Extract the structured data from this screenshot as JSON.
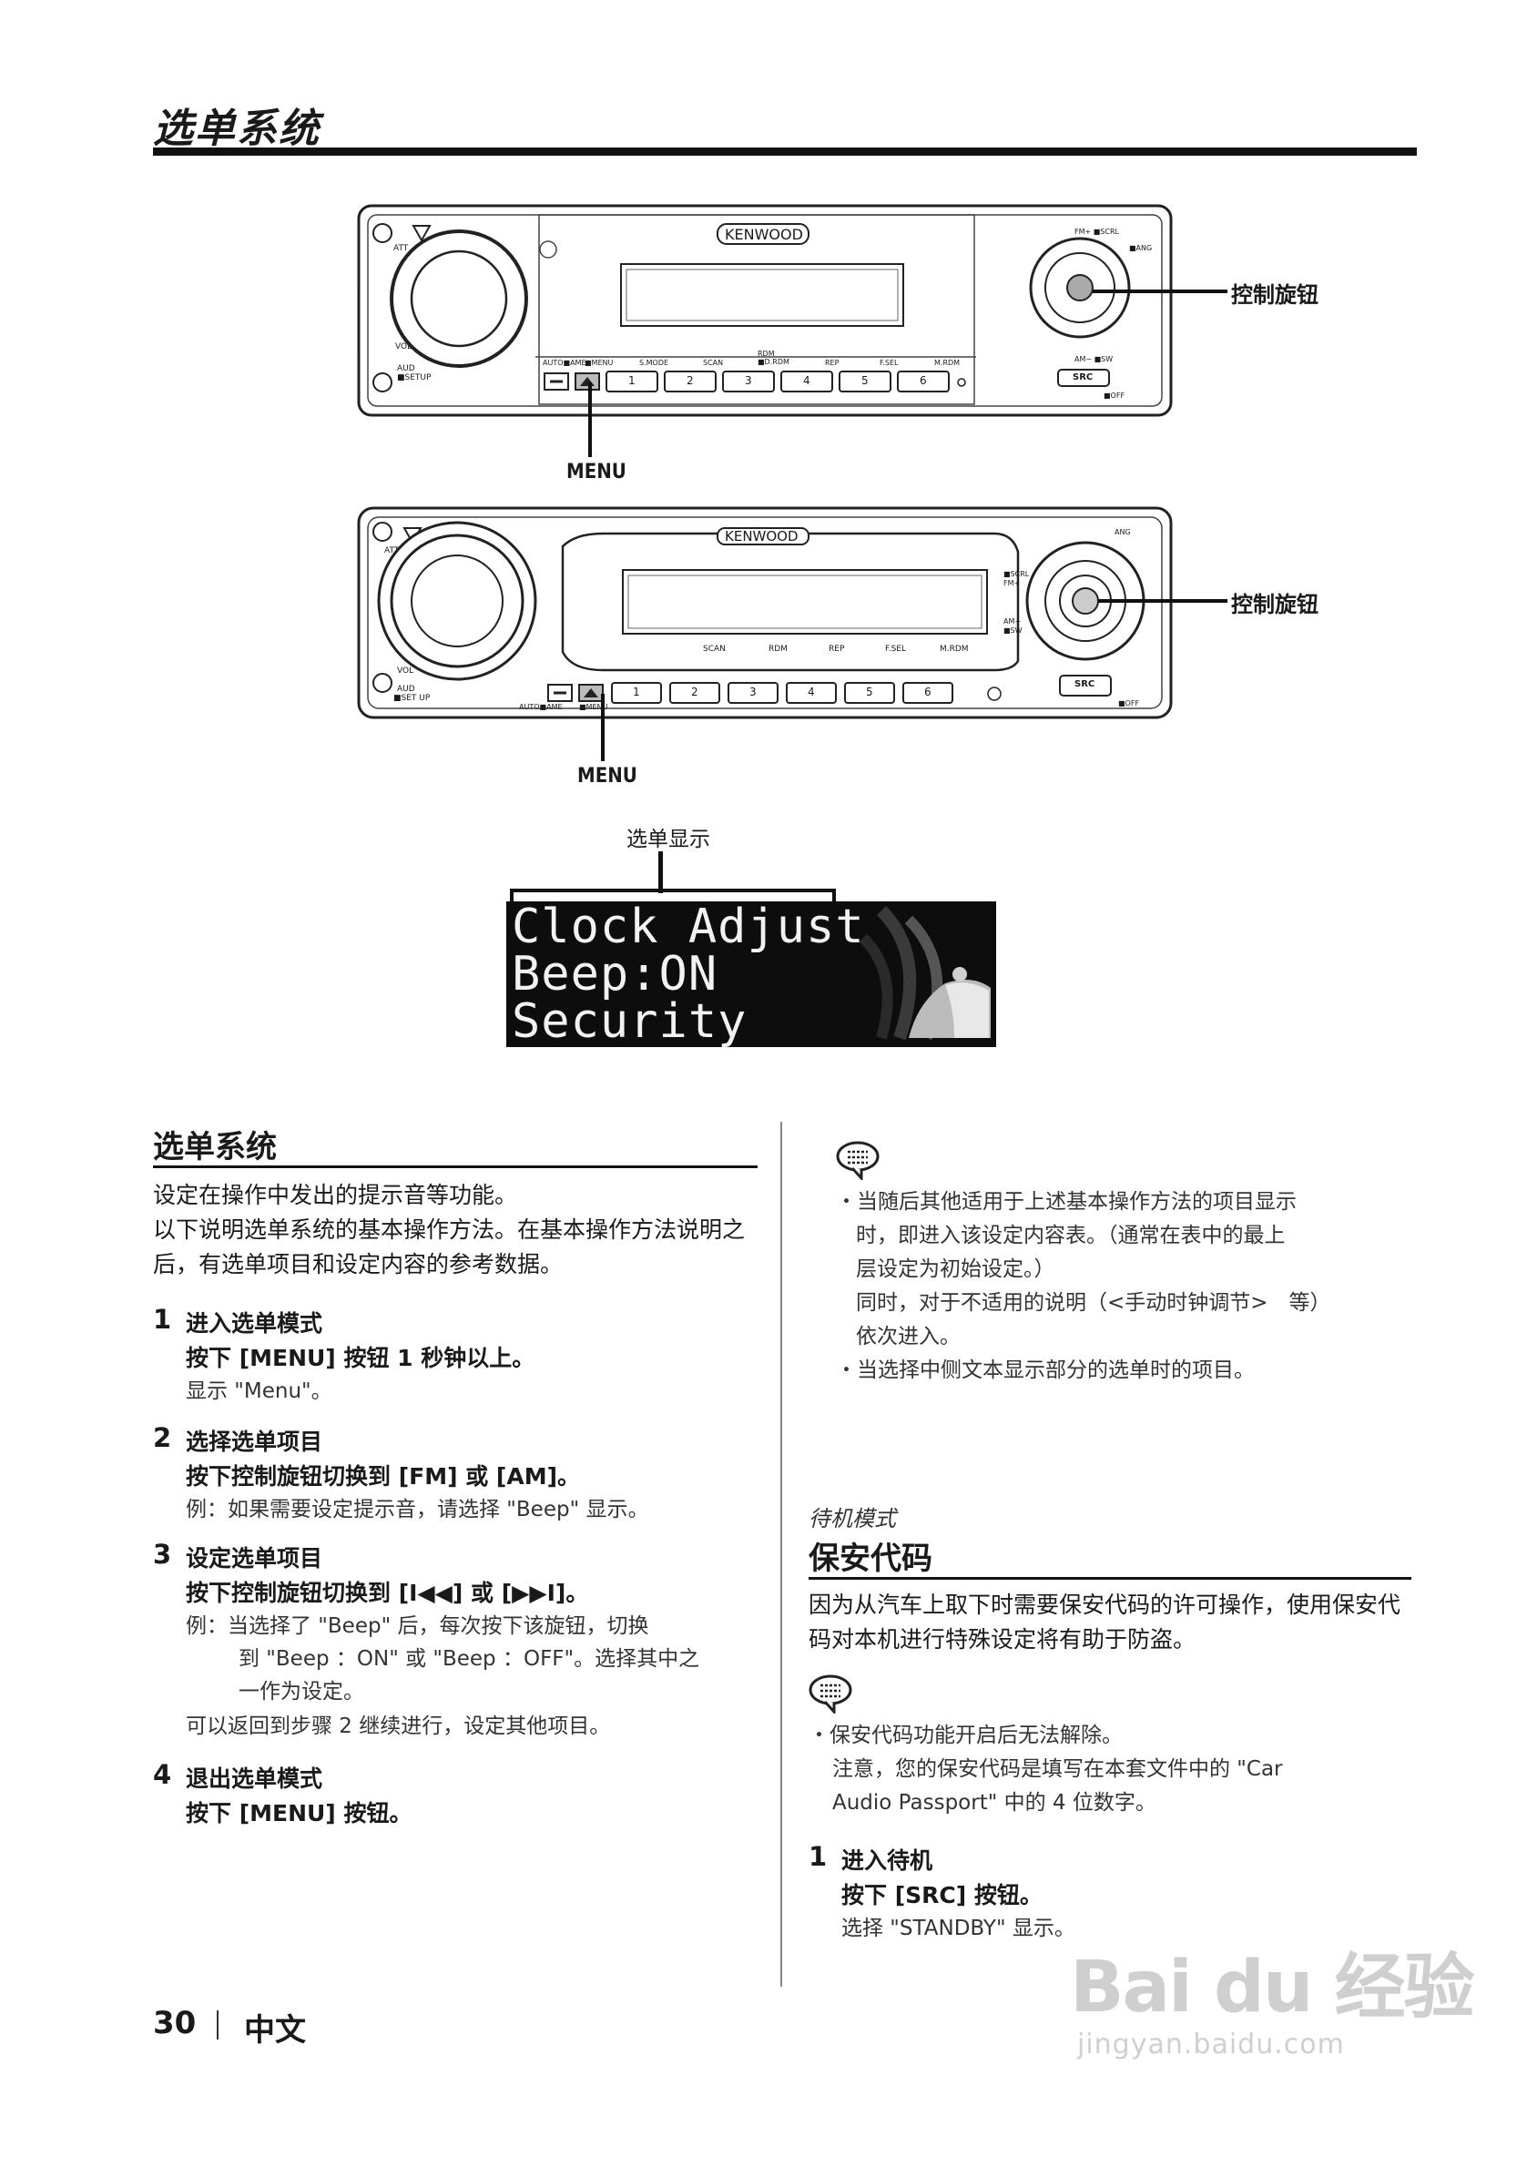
{
  "page_title": "选单系统",
  "figure": {
    "callout_knob": "控制旋钮",
    "callout_menu": "MENU",
    "radio1": {
      "brand": "KENWOOD",
      "att": "ATT",
      "vol": "VOL",
      "aud": "AUD",
      "setup": "■SETUP",
      "fm": "FM+ ■SCRL",
      "ang": "■ANG",
      "am": "AM− ■SW",
      "src": "SRC",
      "off": "■OFF",
      "labels_top": [
        "AUTO■AME",
        "■MENU",
        "S.MODE",
        "SCAN",
        "RDM\n■D.RDM",
        "REP",
        "F.SEL",
        "M.RDM"
      ],
      "buttons": [
        "1",
        "2",
        "3",
        "4",
        "5",
        "6"
      ]
    },
    "radio2": {
      "brand": "KENWOOD",
      "att": "ATT",
      "vol": "VOL",
      "aud": "AUD",
      "setup": "■SET UP",
      "scrl": "■SCRL",
      "fm": "FM+",
      "am": "AM−",
      "sw": "■SW",
      "ang": "ANG",
      "src": "SRC",
      "off": "■OFF",
      "labels_top": [
        "SCAN",
        "RDM",
        "REP",
        "F.SEL",
        "M.RDM"
      ],
      "labels_bottom": [
        "AUTO■AME",
        "■MENU"
      ],
      "buttons": [
        "1",
        "2",
        "3",
        "4",
        "5",
        "6"
      ]
    },
    "lcd_caption": "选单显示",
    "lcd_lines": [
      "Clock Adjust",
      "Beep:ON",
      "Security"
    ]
  },
  "left": {
    "heading": "选单系统",
    "intro": [
      "设定在操作中发出的提示音等功能。",
      "以下说明选单系统的基本操作方法。在基本操作方法说明之后，有选单项目和设定内容的参考数据。"
    ],
    "steps": [
      {
        "num": "1",
        "title": "进入选单模式",
        "action": "按下 [MENU] 按钮 1 秒钟以上。",
        "notes": [
          "显示 \"Menu\"。"
        ]
      },
      {
        "num": "2",
        "title": "选择选单项目",
        "action": "按下控制旋钮切换到 [FM] 或 [AM]。",
        "notes": [
          "例：如果需要设定提示音，请选择 \"Beep\" 显示。"
        ]
      },
      {
        "num": "3",
        "title": "设定选单项目",
        "action": "按下控制旋钮切换到 [I◀◀] 或 [▶▶I]。",
        "notes": [
          "例：当选择了 \"Beep\" 后，每次按下该旋钮，切换",
          "到 \"Beep ：ON\" 或 \"Beep ：OFF\"。选择其中之",
          "一作为设定。",
          "可以返回到步骤 2 继续进行，设定其他项目。"
        ]
      },
      {
        "num": "4",
        "title": "退出选单模式",
        "action": "按下 [MENU] 按钮。",
        "notes": []
      }
    ]
  },
  "right": {
    "note1": [
      "・当随后其他适用于上述基本操作方法的项目显示",
      "时，即进入该设定内容表。（通常在表中的最上",
      "层设定为初始设定。）",
      "同时，对于不适用的说明（<手动时钟调节>　等）",
      "依次进入。",
      "・当选择中侧文本显示部分的选单时的项目。"
    ],
    "mode_label": "待机模式",
    "heading": "保安代码",
    "intro": "因为从汽车上取下时需要保安代码的许可操作，使用保安代码对本机进行特殊设定将有助于防盗。",
    "note2": [
      "・保安代码功能开启后无法解除。",
      "注意，您的保安代码是填写在本套文件中的 \"Car",
      "Audio Passport\" 中的 4 位数字。"
    ],
    "step": {
      "num": "1",
      "title": "进入待机",
      "action": "按下 [SRC] 按钮。",
      "note": "选择 \"STANDBY\" 显示。"
    }
  },
  "footer": {
    "page": "30",
    "lang": "中文"
  },
  "watermark": {
    "logo": "Bai du 经验",
    "url": "jingyan.baidu.com"
  }
}
